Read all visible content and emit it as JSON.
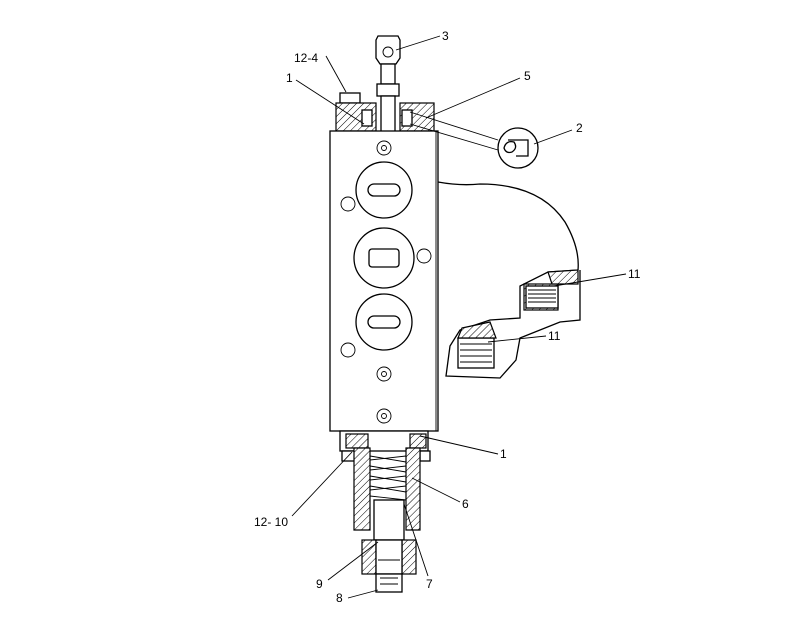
{
  "callouts": [
    {
      "id": "c-12-4",
      "text": "12-4"
    },
    {
      "id": "c-1-top",
      "text": "1"
    },
    {
      "id": "c-3",
      "text": "3"
    },
    {
      "id": "c-5",
      "text": "5"
    },
    {
      "id": "c-2",
      "text": "2"
    },
    {
      "id": "c-11-upper",
      "text": "11"
    },
    {
      "id": "c-11-lower",
      "text": "11"
    },
    {
      "id": "c-1-bottom",
      "text": "1"
    },
    {
      "id": "c-6",
      "text": "6"
    },
    {
      "id": "c-12-10",
      "text": "12- 10"
    },
    {
      "id": "c-9",
      "text": "9"
    },
    {
      "id": "c-7",
      "text": "7"
    },
    {
      "id": "c-8",
      "text": "8"
    }
  ]
}
